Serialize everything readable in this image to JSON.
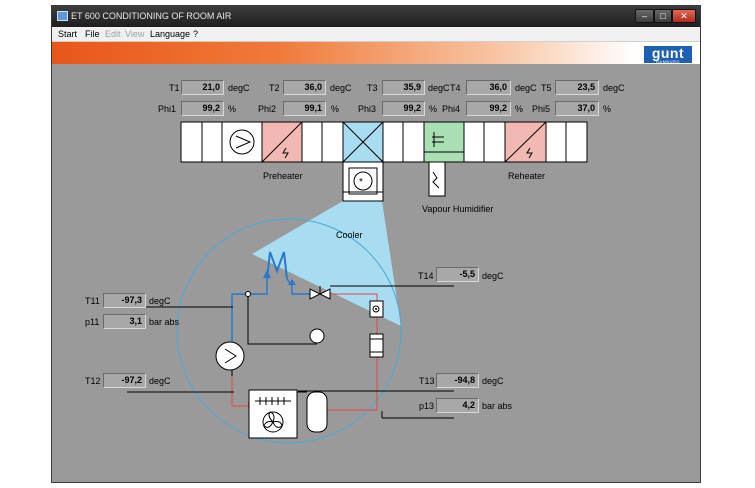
{
  "window": {
    "title": "ET 600 CONDITIONING OF ROOM AIR",
    "buttons": {
      "minimize": "‒",
      "maximize": "□",
      "close": "✕"
    }
  },
  "menu": {
    "items": [
      {
        "label": "Start",
        "enabled": true
      },
      {
        "label": "File",
        "enabled": true
      },
      {
        "label": "Edit",
        "enabled": false
      },
      {
        "label": "View",
        "enabled": false
      },
      {
        "label": "Language",
        "enabled": true
      },
      {
        "label": "?",
        "enabled": true
      }
    ]
  },
  "logo": {
    "text": "gunt",
    "sub": "HAMBURG"
  },
  "colors": {
    "orange": "#e8561a",
    "logo_blue": "#1d5fb0",
    "cooler_blue": "#a8dcf0",
    "heater_red": "#f2b8b2",
    "humidifier_green": "#a8e0b4",
    "cold_line": "#2a79c8",
    "hot_line": "#e04848"
  },
  "sensors": {
    "T1": {
      "label": "T1",
      "value": "21,0",
      "unit": "degC"
    },
    "T2": {
      "label": "T2",
      "value": "36,0",
      "unit": "degC"
    },
    "T3": {
      "label": "T3",
      "value": "35,9",
      "unit": "degC"
    },
    "T4": {
      "label": "T4",
      "value": "36,0",
      "unit": "degC"
    },
    "T5": {
      "label": "T5",
      "value": "23,5",
      "unit": "degC"
    },
    "Phi1": {
      "label": "Phi1",
      "value": "99,2",
      "unit": "%"
    },
    "Phi2": {
      "label": "Phi2",
      "value": "99,1",
      "unit": "%"
    },
    "Phi3": {
      "label": "Phi3",
      "value": "99,2",
      "unit": "%"
    },
    "Phi4": {
      "label": "Phi4",
      "value": "99,2",
      "unit": "%"
    },
    "Phi5": {
      "label": "Phi5",
      "value": "37,0",
      "unit": "%"
    },
    "T11": {
      "label": "T11",
      "value": "-97,3",
      "unit": "degC"
    },
    "p11": {
      "label": "p11",
      "value": "3,1",
      "unit": "bar abs"
    },
    "T12": {
      "label": "T12",
      "value": "-97,2",
      "unit": "degC"
    },
    "T13": {
      "label": "T13",
      "value": "-94,8",
      "unit": "degC"
    },
    "T14": {
      "label": "T14",
      "value": "-5,5",
      "unit": "degC"
    },
    "p13": {
      "label": "p13",
      "value": "4,2",
      "unit": "bar abs"
    }
  },
  "components": {
    "preheater": "Preheater",
    "reheater": "Reheater",
    "cooler": "Cooler",
    "vapour_humidifier": "Vapour Humidifier"
  }
}
